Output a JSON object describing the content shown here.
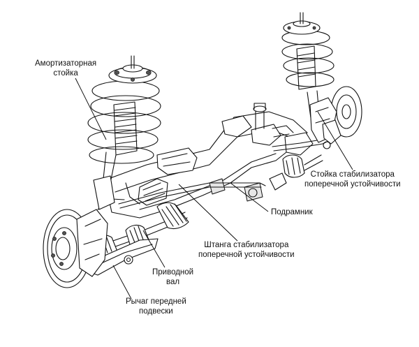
{
  "labels": {
    "strut": {
      "line1": "Амортизаторная",
      "line2": "стойка"
    },
    "stab_link": {
      "line1": "Стойка стабилизатора",
      "line2": "поперечной устойчивости"
    },
    "subframe": {
      "line1": "Подрамник"
    },
    "stab_bar": {
      "line1": "Штанга стабилизатора",
      "line2": "поперечной устойчивости"
    },
    "drive_shaft": {
      "line1": "Приводной",
      "line2": "вал"
    },
    "lower_arm": {
      "line1": "Рычаг передней",
      "line2": "подвески"
    }
  },
  "colors": {
    "line": "#111111",
    "shade": "#e6e6e6",
    "background": "#ffffff"
  }
}
